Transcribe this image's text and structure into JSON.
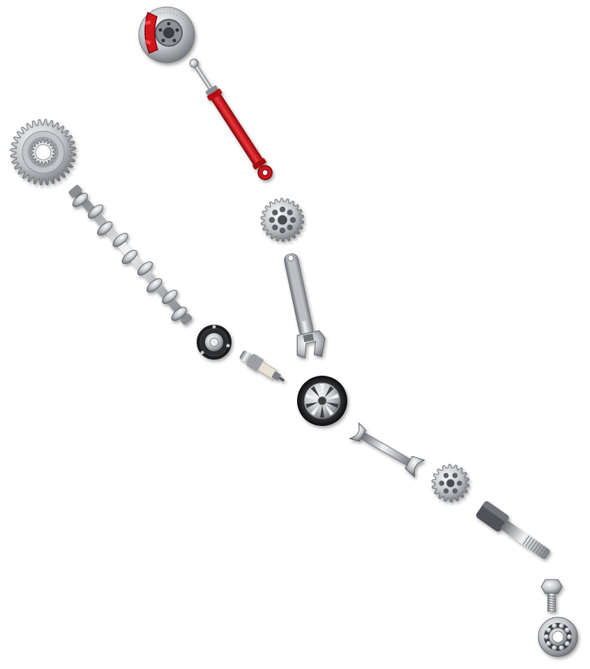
{
  "scene": {
    "background": "#ffffff",
    "colors": {
      "caliper_red": "#d0121b",
      "shock_red": "#cc1014",
      "steel_light": "#e6e8ea",
      "steel_mid": "#a9adb2",
      "steel_dark": "#5e6268",
      "rubber": "#1b1c1e"
    },
    "parts": [
      {
        "name": "brake-disc-with-caliper",
        "icon": "brake-disc-icon"
      },
      {
        "name": "shock-absorber",
        "icon": "shock-absorber-icon"
      },
      {
        "name": "gear-wheel",
        "icon": "gear-icon"
      },
      {
        "name": "camshaft",
        "icon": "camshaft-icon"
      },
      {
        "name": "timing-pulley",
        "icon": "pulley-icon"
      },
      {
        "name": "adjustable-wrench",
        "icon": "adjustable-wrench-icon"
      },
      {
        "name": "strut-mount",
        "icon": "strut-mount-icon"
      },
      {
        "name": "spark-plug",
        "icon": "spark-plug-icon"
      },
      {
        "name": "alloy-wheel",
        "icon": "wheel-icon"
      },
      {
        "name": "open-end-wrench",
        "icon": "wrench-icon"
      },
      {
        "name": "small-sprocket",
        "icon": "sprocket-icon"
      },
      {
        "name": "drive-shaft",
        "icon": "drive-shaft-icon"
      },
      {
        "name": "hex-bolt",
        "icon": "bolt-icon"
      },
      {
        "name": "ball-bearing",
        "icon": "bearing-icon"
      }
    ]
  }
}
